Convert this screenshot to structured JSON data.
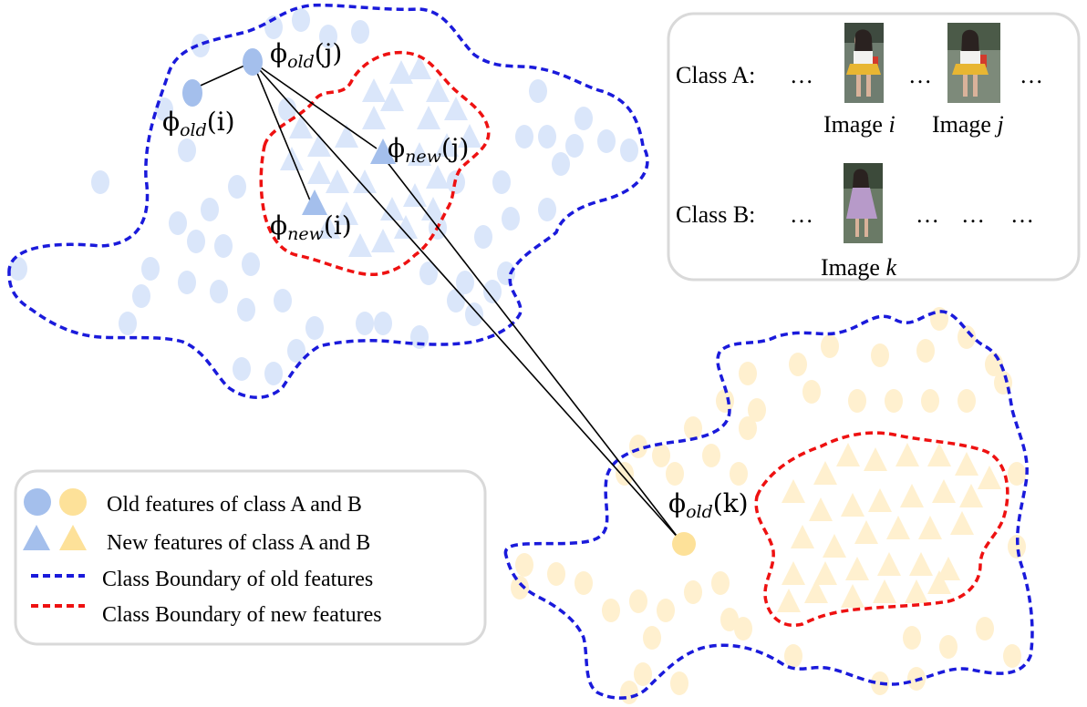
{
  "colors": {
    "class_a_point": "#a4bfec",
    "class_a_faint": "#dae6fa",
    "class_b_point": "#fde199",
    "class_b_faint": "#fff0cf",
    "old_boundary": "#1a1adb",
    "new_boundary": "#ee1111",
    "box_border": "#d9d9d9"
  },
  "features": {
    "phi_symbol": "ϕ",
    "old_sub": "old",
    "new_sub": "new",
    "old_i_arg": "(i)",
    "old_j_arg": "(j)",
    "new_i_arg": "(i)",
    "new_j_arg": "(j)",
    "old_k_arg": "(k)"
  },
  "class_box": {
    "row_a_label": "Class A:",
    "row_b_label": "Class B:",
    "ellipsis": "…",
    "image_i_caption": "Image",
    "image_i_var": "i",
    "image_j_caption": "Image",
    "image_j_var": "j",
    "image_k_caption": "Image",
    "image_k_var": "k"
  },
  "legend": {
    "old_features": "Old features of class A and B",
    "new_features": "New features of class A and B",
    "old_boundary": "Class Boundary of old features",
    "new_boundary": "Class Boundary of new features"
  }
}
